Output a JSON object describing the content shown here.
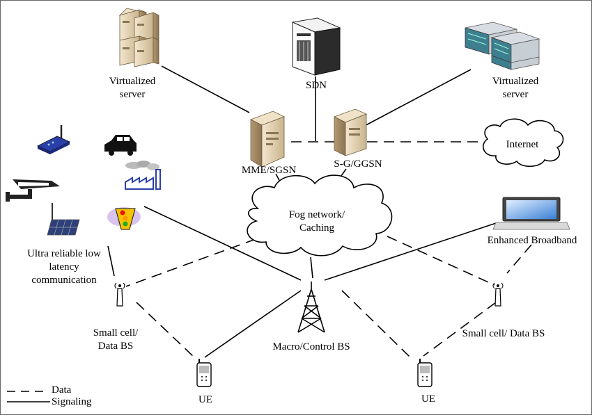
{
  "labels": {
    "virtualized_server_left": [
      "Virtualized",
      "server"
    ],
    "virtualized_server_right": [
      "Virtualized",
      "server"
    ],
    "sdn": "SDN",
    "mme_sgsn": "MME/SGSN",
    "sg_ggsn": "S-G/GGSN",
    "internet": "Internet",
    "fog_network": [
      "Fog network/",
      "Caching"
    ],
    "urllc": [
      "Ultra reliable low",
      "latency",
      "communication"
    ],
    "enhanced_broadband": "Enhanced Broadband",
    "small_cell_left": [
      "Small cell/",
      "Data BS"
    ],
    "small_cell_right": "Small cell/ Data BS",
    "macro_bs": "Macro/Control BS",
    "ue_left": "UE",
    "ue_right": "UE"
  },
  "legend": {
    "data": "Data",
    "signaling": "Signaling"
  },
  "icons": [
    "server-rack-icon",
    "sdn-server-icon",
    "blade-server-icon",
    "mme-server-icon",
    "gateway-server-icon",
    "cloud-icon",
    "router-icon",
    "car-icon",
    "camera-icon",
    "factory-icon",
    "solar-panel-icon",
    "traffic-light-icon",
    "laptop-icon",
    "antenna-icon",
    "tower-icon",
    "phone-icon"
  ]
}
